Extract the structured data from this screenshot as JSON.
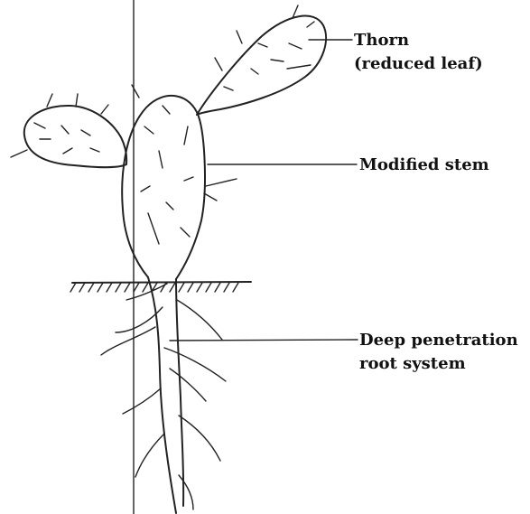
{
  "labels": {
    "thorn_line1": "Thorn",
    "thorn_line2": "(reduced leaf)",
    "stem": "Modified stem",
    "root_line1": "Deep penetration",
    "root_line2": "root system"
  }
}
